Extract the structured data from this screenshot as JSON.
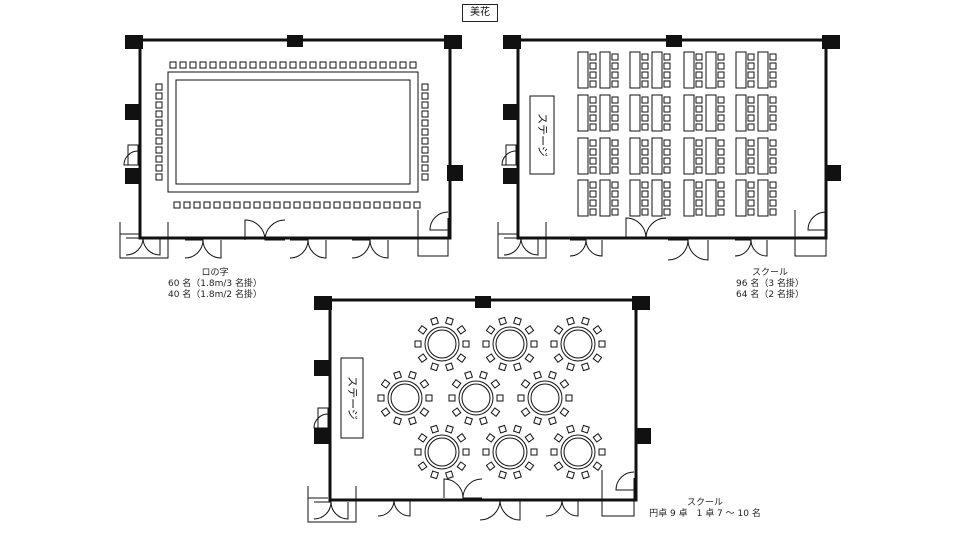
{
  "title": "美花",
  "plans": [
    {
      "stage_label": "",
      "caption": [
        "ロの字",
        "60 名（1.8m/3 名掛）",
        "40 名（1.8m/2 名掛）"
      ]
    },
    {
      "stage_label": "ステージ",
      "caption": [
        "スクール",
        "96 名（3 名掛）",
        "64 名（2 名掛）"
      ]
    },
    {
      "stage_label": "ステージ",
      "caption": [
        "スクール",
        "円卓 9 卓　1 卓 7 〜 10 名"
      ]
    }
  ]
}
